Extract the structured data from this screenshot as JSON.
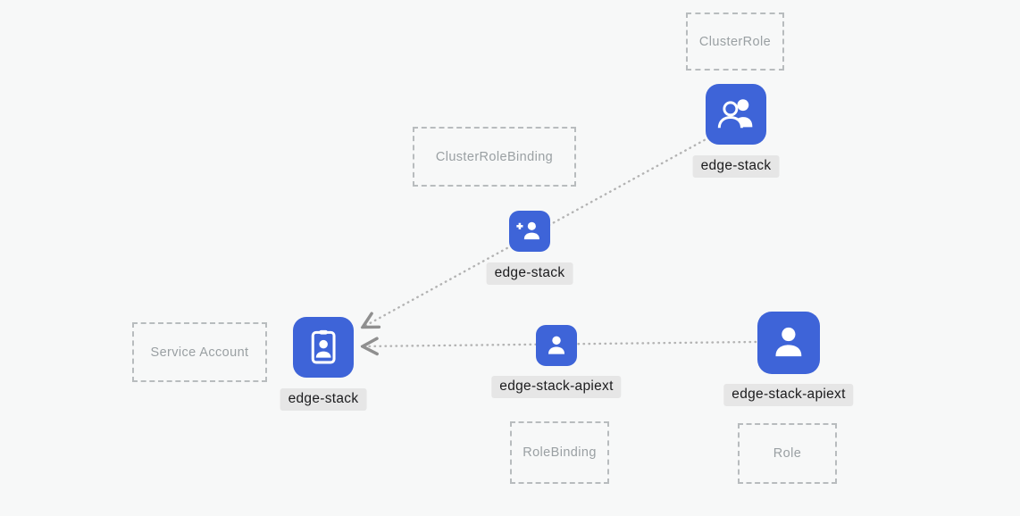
{
  "diagram": {
    "nodes": {
      "cluster_role": {
        "kind": "ClusterRole",
        "name": "edge-stack",
        "icon": "users-icon"
      },
      "cluster_role_binding": {
        "kind": "ClusterRoleBinding",
        "name": "edge-stack",
        "icon": "user-plus-icon"
      },
      "service_account": {
        "kind": "Service Account",
        "name": "edge-stack",
        "icon": "id-badge-icon"
      },
      "role_binding": {
        "kind": "RoleBinding",
        "name": "edge-stack-apiext",
        "icon": "user-icon"
      },
      "role": {
        "kind": "Role",
        "name": "edge-stack-apiext",
        "icon": "user-icon"
      }
    },
    "edges": [
      {
        "from": "cluster_role",
        "via": "cluster_role_binding",
        "to": "service_account",
        "style": "dotted-arrow"
      },
      {
        "from": "role",
        "via": "role_binding",
        "to": "service_account",
        "style": "dotted-arrow"
      }
    ],
    "colors": {
      "background": "#f7f8f8",
      "node_fill": "#3e64d8",
      "label_bg": "#e6e6e6",
      "label_text": "#1b1b1d",
      "dashed_box_border": "#b8bcbe",
      "dashed_box_text": "#9aa0a3",
      "edge_line": "#b3b3b3"
    }
  }
}
